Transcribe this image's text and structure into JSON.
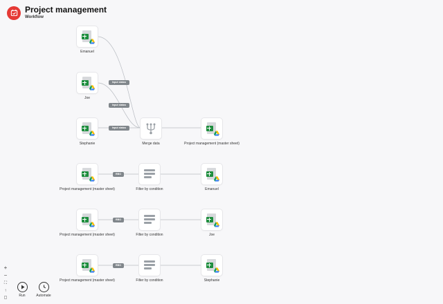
{
  "header": {
    "title": "Project management",
    "subtitle": "Workflow",
    "accent_color": "#e53935",
    "icon": "calendar-check-icon"
  },
  "nodes": {
    "n1": {
      "label": "Emanuel",
      "type": "sheet"
    },
    "n2": {
      "label": "Joe",
      "type": "sheet"
    },
    "n3": {
      "label": "Stephanie",
      "type": "sheet"
    },
    "n4": {
      "label": "Merge data",
      "type": "merge"
    },
    "n5": {
      "label": "Project management (master sheet)",
      "type": "sheet"
    },
    "n6": {
      "label": "Project management (master sheet)",
      "type": "sheet"
    },
    "n7": {
      "label": "Filter by condition",
      "type": "filter"
    },
    "n8": {
      "label": "Emanuel",
      "type": "sheet"
    },
    "n9": {
      "label": "Project management (master sheet)",
      "type": "sheet"
    },
    "n10": {
      "label": "Filter by condition",
      "type": "filter"
    },
    "n11": {
      "label": "Joe",
      "type": "sheet"
    },
    "n12": {
      "label": "Project management (master sheet)",
      "type": "sheet"
    },
    "n13": {
      "label": "Filter by condition",
      "type": "filter"
    },
    "n14": {
      "label": "Stephanie",
      "type": "sheet"
    }
  },
  "pills": {
    "p1": "Input status",
    "p2": "Input status",
    "p3": "Input status",
    "p4": "RBO",
    "p5": "RBO",
    "p6": "RBO"
  },
  "controls": {
    "zoom_in": "+",
    "zoom_out": "−",
    "fit": "⛶",
    "extra1": "↑",
    "extra2": "◻"
  },
  "bottom": {
    "run_label": "Run",
    "automate_label": "Automate"
  }
}
